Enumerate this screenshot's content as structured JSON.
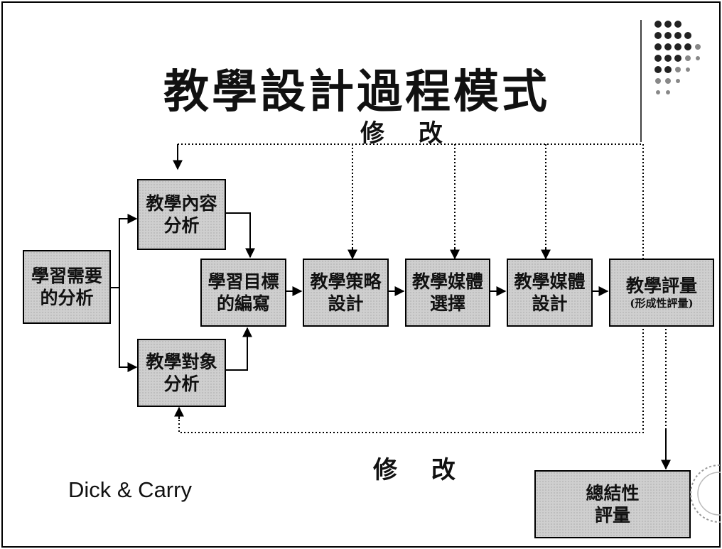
{
  "title": "教學設計過程模式",
  "revise_top": "修 改",
  "revise_bottom": "修 改",
  "author": "Dick & Carry",
  "boxes": {
    "needs": {
      "line1": "學習需要",
      "line2": "的分析"
    },
    "content": {
      "line1": "教學內容",
      "line2": "分析"
    },
    "learner": {
      "line1": "教學對象",
      "line2": "分析"
    },
    "objectives": {
      "line1": "學習目標",
      "line2": "的編寫"
    },
    "strategy": {
      "line1": "教學策略",
      "line2": "設計"
    },
    "media_select": {
      "line1": "教學媒體",
      "line2": "選擇"
    },
    "media_design": {
      "line1": "教學媒體",
      "line2": "設計"
    },
    "evaluation": {
      "line1": "教學評量",
      "line2": "(形成性評量)"
    },
    "summative": {
      "line1": "總結性",
      "line2": "評量"
    }
  }
}
